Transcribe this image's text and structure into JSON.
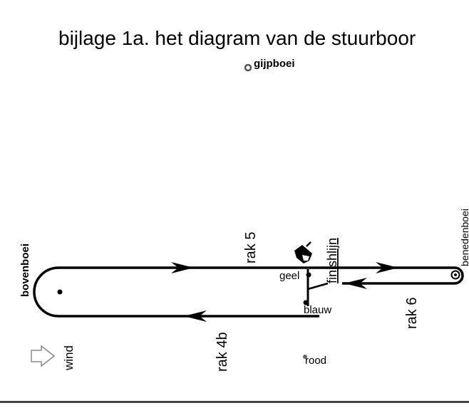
{
  "title": "bijlage 1a. het diagram van de stuurboor",
  "labels": {
    "gijpboei": "gijpboei",
    "bovenboei": "bovenboei",
    "benedenboei": "benedenboei",
    "rak5": "rak 5",
    "rak6": "rak 6",
    "rak4b": "rak 4b",
    "finishlijn": "finishlijn",
    "geel": "geel",
    "blauw": "blauw",
    "rood": "rood",
    "wind": "wind"
  },
  "colors": {
    "line": "#000000",
    "rood_marker": "#666666",
    "gijpboei_marker": "#555555",
    "rule": "#444444"
  }
}
